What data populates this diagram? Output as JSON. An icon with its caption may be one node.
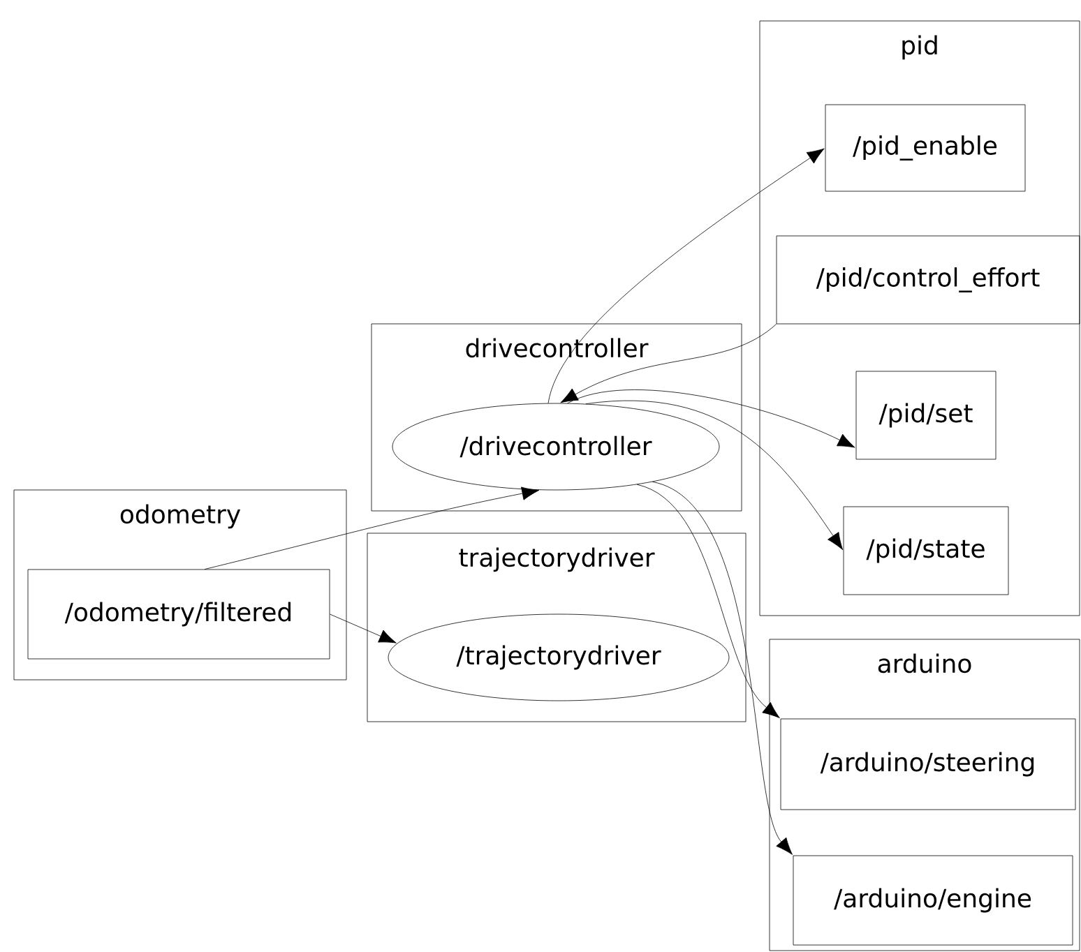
{
  "diagram": {
    "nodes": [
      {
        "text": [
          "pid"
        ]
      },
      {
        "text": [
          "/pid_enable"
        ],
        "in": 0
      },
      {
        "text": [
          "/pid/control_effort"
        ],
        "in": 0
      },
      {
        "text": [
          "/pid/set"
        ],
        "in": 0
      },
      {
        "text": [
          "/pid/state"
        ],
        "in": 0
      },
      {
        "text": [
          "drivecontroller"
        ]
      },
      {
        "text": [
          "/drivecontroller"
        ],
        "in": 5
      },
      {
        "text": [
          "odometry"
        ]
      },
      {
        "text": [
          "/odometry/filtered"
        ],
        "in": 7
      },
      {
        "text": [
          "trajectorydriver"
        ]
      },
      {
        "text": [
          "/trajectorydriver"
        ],
        "in": 9
      },
      {
        "text": [
          "arduino"
        ]
      },
      {
        "text": [
          "/arduino/steering"
        ],
        "in": 11
      },
      {
        "text": [
          "/arduino/engine"
        ],
        "in": 11
      }
    ],
    "edges": [
      {
        "from": 6,
        "to": 1,
        "arrow": "to"
      },
      {
        "from": 2,
        "to": 6,
        "arrow": "to"
      },
      {
        "from": 6,
        "to": 3,
        "arrow": "to"
      },
      {
        "from": 6,
        "to": 4,
        "arrow": "to"
      },
      {
        "from": 8,
        "to": 6,
        "arrow": "to"
      },
      {
        "from": 8,
        "to": 10,
        "arrow": "to"
      },
      {
        "from": 6,
        "to": 12,
        "arrow": "to"
      },
      {
        "from": 6,
        "to": 13,
        "arrow": "to"
      }
    ]
  }
}
